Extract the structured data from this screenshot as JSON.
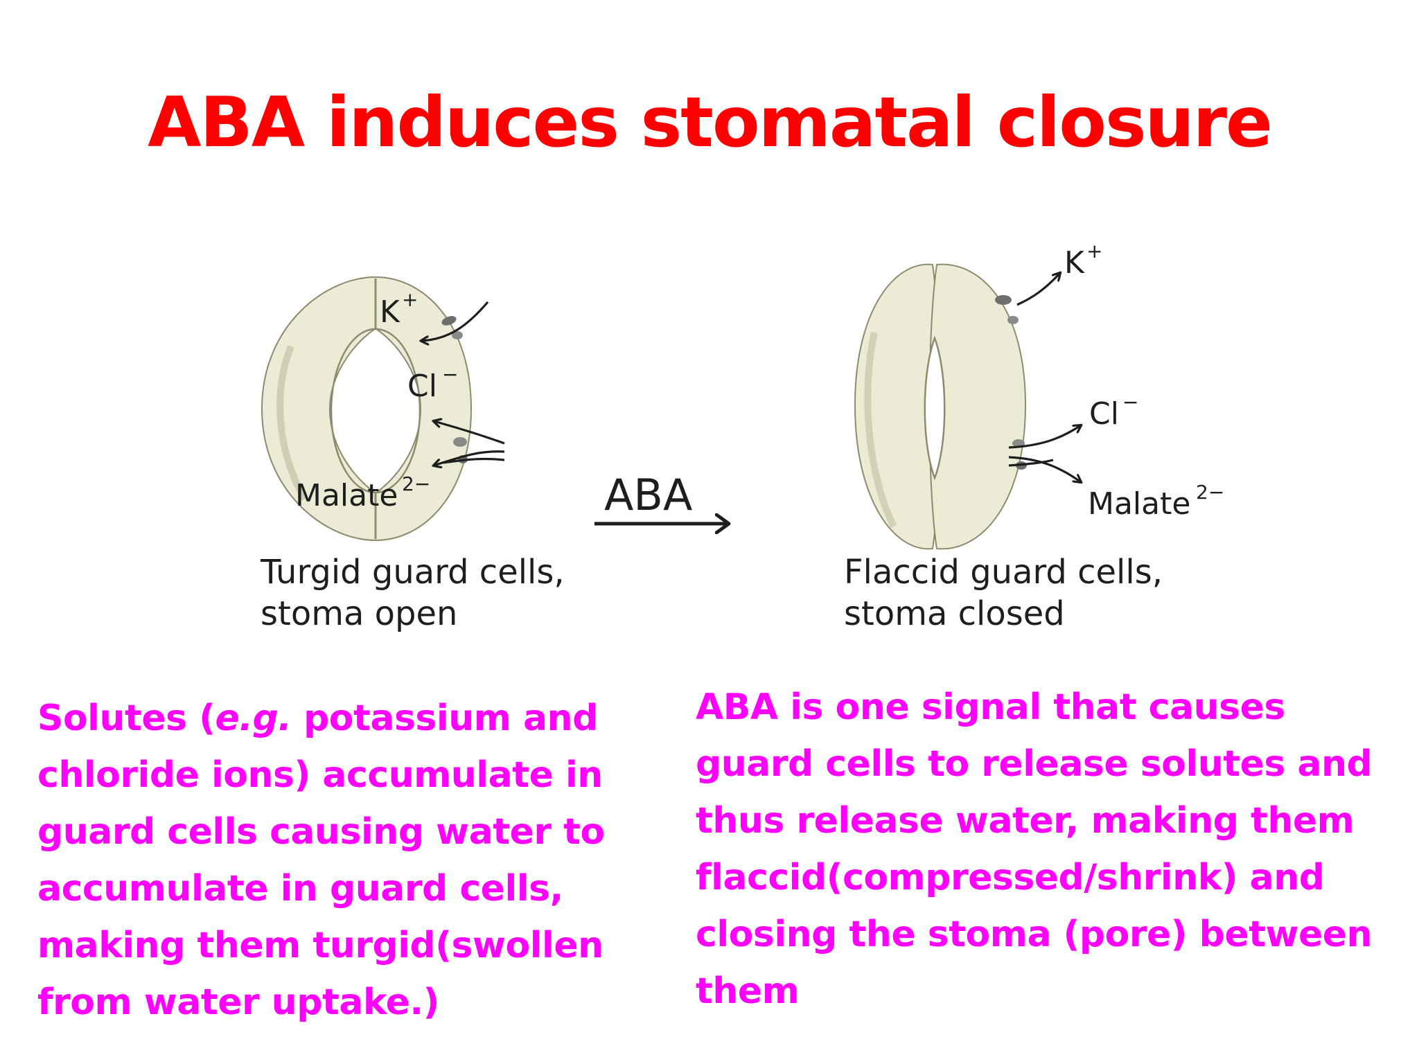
{
  "title": "ABA induces stomatal closure",
  "colors": {
    "title": "#ff0000",
    "body_text": "#ff00ff",
    "guard_cell_fill": "#ecebd6",
    "guard_cell_shadow": "#b9b69a",
    "ink": "#1e1e1e"
  },
  "figure": {
    "open": {
      "ion_k": "K",
      "ion_k_charge": "+",
      "ion_cl": "Cl",
      "ion_cl_charge": "−",
      "ion_malate": "Malate",
      "ion_malate_charge": "2−",
      "caption_lines": [
        "Turgid guard cells,",
        "stoma open"
      ]
    },
    "arrow_label": "ABA",
    "closed": {
      "ion_k": "K",
      "ion_k_charge": "+",
      "ion_cl": "Cl",
      "ion_cl_charge": "−",
      "ion_malate": "Malate",
      "ion_malate_charge": "2−",
      "caption_lines": [
        "Flaccid guard cells,",
        "stoma closed"
      ]
    }
  },
  "left_text": {
    "lines": [
      {
        "pre": "Solutes (",
        "em": "e.g.",
        "post": " potassium and"
      },
      {
        "pre": "chloride ions) accumulate in"
      },
      {
        "pre": "guard cells causing water to"
      },
      {
        "pre": "accumulate in guard cells,"
      },
      {
        "pre": "making them turgid(swollen"
      },
      {
        "pre": "from water uptake.)"
      }
    ]
  },
  "right_text": {
    "lines": [
      "ABA is one signal that causes",
      "guard cells to release solutes and",
      "thus release water, making them",
      "flaccid(compressed/shrink) and",
      "closing the stoma (pore) between",
      "them"
    ]
  }
}
